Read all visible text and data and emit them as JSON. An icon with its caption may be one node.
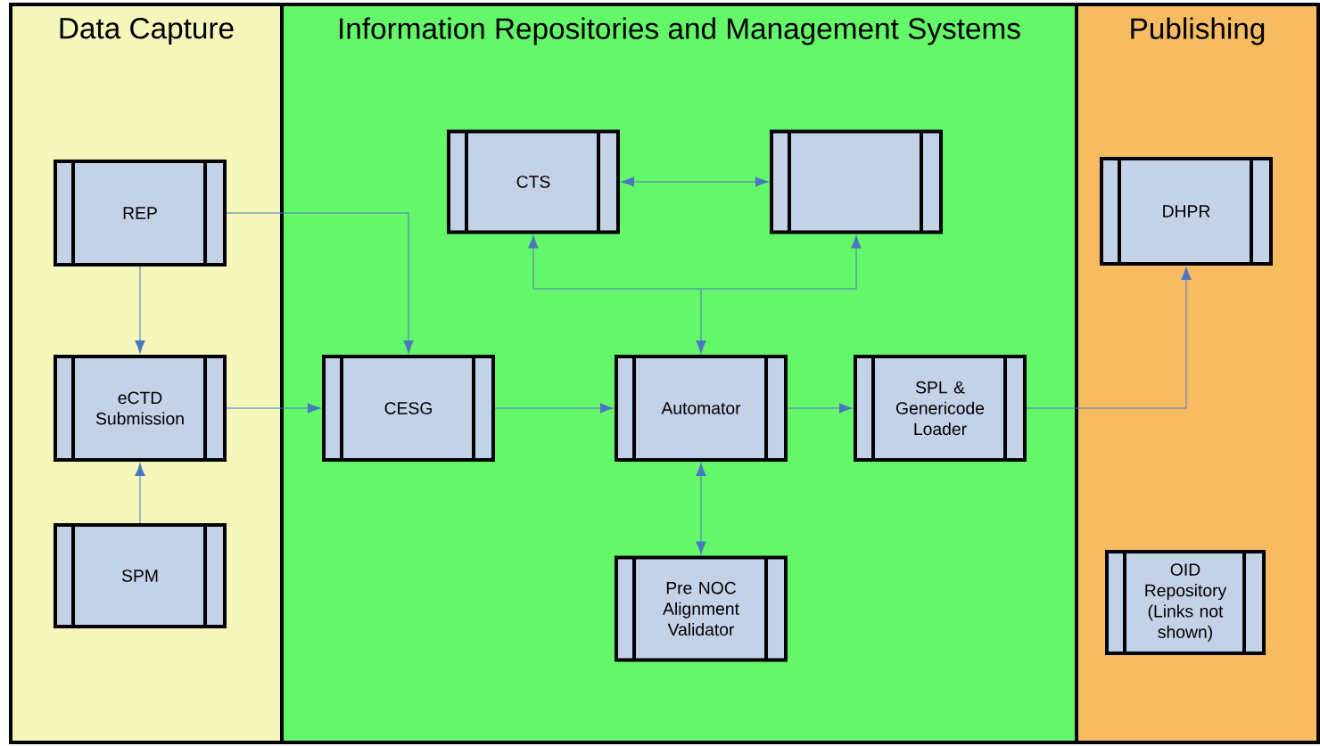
{
  "diagram": {
    "nodes": [
      {
        "text": [
          "Data Capture"
        ]
      },
      {
        "text": [
          "Information Repositories and Management Systems"
        ]
      },
      {
        "text": [
          "Publishing"
        ]
      },
      {
        "text": [
          "CTS"
        ],
        "in": 1
      },
      {
        "text": [],
        "shape": "box",
        "in": 1
      },
      {
        "text": [
          "REP"
        ],
        "in": 0
      },
      {
        "text": [
          "DHPR"
        ],
        "in": 2
      },
      {
        "text": [
          "eCTD Submission"
        ],
        "in": 0
      },
      {
        "text": [
          "CESG"
        ],
        "in": 1
      },
      {
        "text": [
          "Automator"
        ],
        "in": 1
      },
      {
        "text": [
          "SPL & Genericode Loader"
        ],
        "in": 1
      },
      {
        "text": [
          "SPM"
        ],
        "in": 0
      },
      {
        "text": [
          "Pre NOC Alignment Validator"
        ],
        "in": 1
      },
      {
        "text": [
          "OID Repository (Links not shown)"
        ],
        "in": 2
      }
    ],
    "edges": [
      {
        "from": 5,
        "to": 7,
        "arrow": "to"
      },
      {
        "from": 5,
        "to": 8,
        "arrow": "to"
      },
      {
        "from": 11,
        "to": 7,
        "arrow": "to"
      },
      {
        "from": 7,
        "to": 8,
        "arrow": "to"
      },
      {
        "from": 8,
        "to": 9,
        "arrow": "to"
      },
      {
        "from": 3,
        "to": 4,
        "arrow": "both"
      },
      {
        "from": 9,
        "to": 3,
        "arrow": "both"
      },
      {
        "from": 9,
        "to": 4,
        "arrow": "both"
      },
      {
        "from": 9,
        "to": 10,
        "arrow": "to"
      },
      {
        "from": 9,
        "to": 12,
        "arrow": "both"
      },
      {
        "from": 10,
        "to": 6,
        "arrow": "to"
      }
    ]
  }
}
